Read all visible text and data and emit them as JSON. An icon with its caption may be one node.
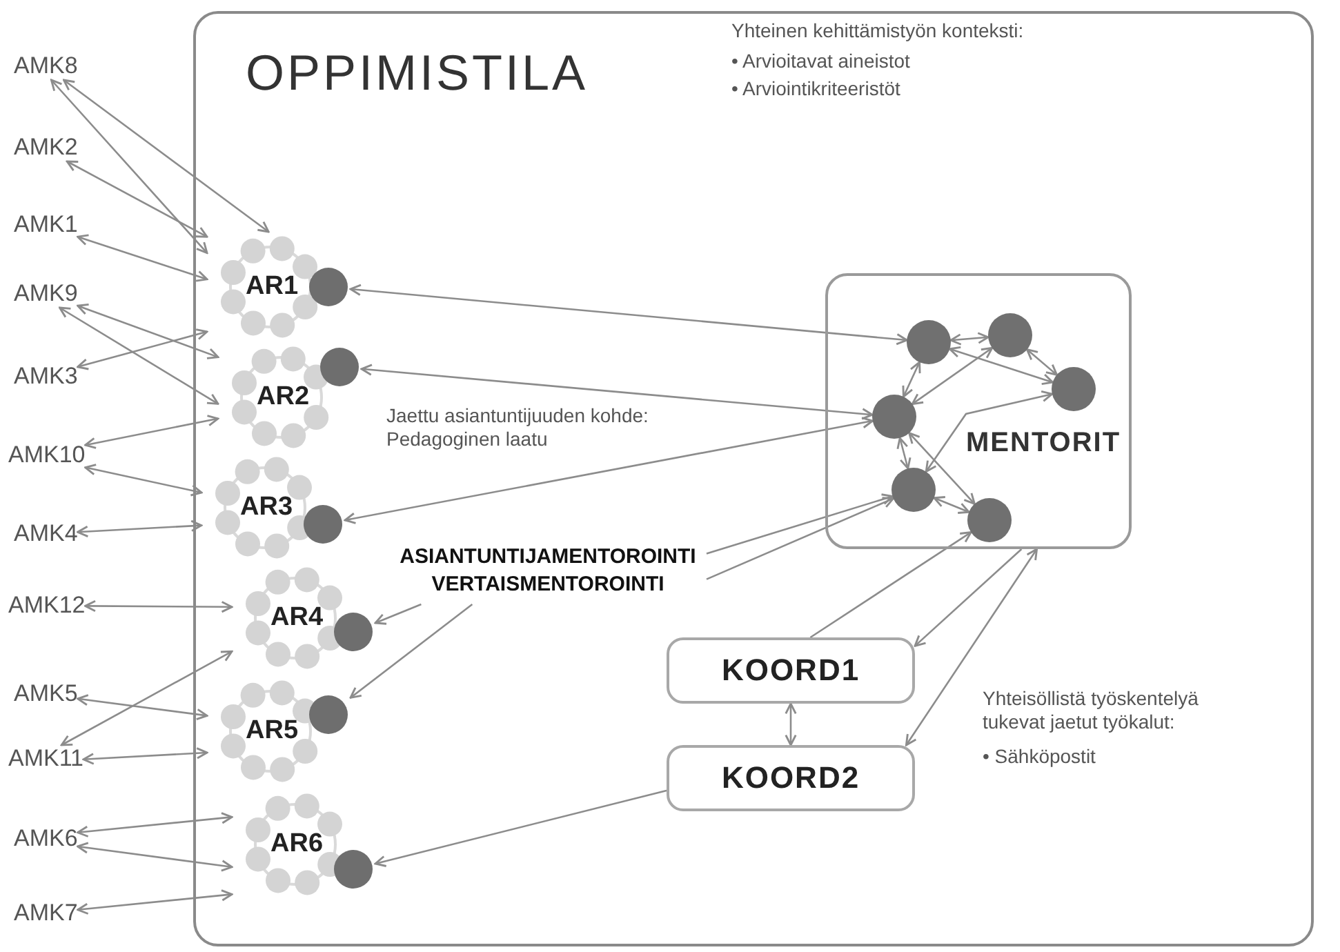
{
  "diagram": {
    "nodes": [
      {
        "text": [
          "AMK8"
        ]
      },
      {
        "text": [
          "AMK2"
        ]
      },
      {
        "text": [
          "AMK1"
        ]
      },
      {
        "text": [
          "AMK9"
        ]
      },
      {
        "text": [
          "AMK3"
        ]
      },
      {
        "text": [
          "AMK10"
        ]
      },
      {
        "text": [
          "AMK4"
        ]
      },
      {
        "text": [
          "AMK12"
        ]
      },
      {
        "text": [
          "AMK5"
        ]
      },
      {
        "text": [
          "AMK11"
        ]
      },
      {
        "text": [
          "AMK6"
        ]
      },
      {
        "text": [
          "AMK7"
        ]
      },
      {
        "text": [
          "OPPIMISTILA"
        ]
      },
      {
        "text": [
          "AR1"
        ],
        "in": 12
      },
      {
        "text": [
          "AR2"
        ],
        "in": 12
      },
      {
        "text": [
          "AR3"
        ],
        "in": 12
      },
      {
        "text": [
          "AR4"
        ],
        "in": 12
      },
      {
        "text": [
          "AR5"
        ],
        "in": 12
      },
      {
        "text": [
          "AR6"
        ],
        "in": 12
      },
      {
        "text": [
          "MENTORIT"
        ],
        "in": 12
      },
      {
        "text": [],
        "shape": "circle",
        "in": 19
      },
      {
        "text": [],
        "shape": "circle",
        "in": 19
      },
      {
        "text": [],
        "shape": "circle",
        "in": 19
      },
      {
        "text": [],
        "shape": "circle",
        "in": 19
      },
      {
        "text": [],
        "shape": "circle",
        "in": 19
      },
      {
        "text": [],
        "shape": "circle",
        "in": 19
      },
      {
        "text": [
          "ASIANTUNTIJAMENTOROINTI",
          "VERTAISMENTOROINTI"
        ],
        "in": 12
      },
      {
        "text": [
          "KOORD1"
        ],
        "in": 12
      },
      {
        "text": [
          "KOORD2"
        ],
        "in": 12
      }
    ],
    "edges": [
      {
        "from": 0,
        "to": 13,
        "arrow": "both"
      },
      {
        "from": 0,
        "to": 13,
        "arrow": "both"
      },
      {
        "from": 1,
        "to": 13,
        "arrow": "both"
      },
      {
        "from": 2,
        "to": 13,
        "arrow": "both"
      },
      {
        "from": 3,
        "to": 14,
        "arrow": "both"
      },
      {
        "from": 3,
        "to": 14,
        "arrow": "both"
      },
      {
        "from": 4,
        "to": 13,
        "arrow": "both"
      },
      {
        "from": 5,
        "to": 14,
        "arrow": "both"
      },
      {
        "from": 5,
        "to": 15,
        "arrow": "both"
      },
      {
        "from": 6,
        "to": 15,
        "arrow": "both"
      },
      {
        "from": 7,
        "to": 16,
        "arrow": "both"
      },
      {
        "from": 8,
        "to": 17,
        "arrow": "both"
      },
      {
        "from": 9,
        "to": 16,
        "arrow": "both"
      },
      {
        "from": 9,
        "to": 17,
        "arrow": "both"
      },
      {
        "from": 10,
        "to": 18,
        "arrow": "both"
      },
      {
        "from": 10,
        "to": 18,
        "arrow": "both"
      },
      {
        "from": 11,
        "to": 18,
        "arrow": "both"
      },
      {
        "from": 13,
        "to": 20,
        "arrow": "both"
      },
      {
        "from": 14,
        "to": 23,
        "arrow": "both"
      },
      {
        "from": 15,
        "to": 23,
        "arrow": "both"
      },
      {
        "from": 20,
        "to": 21,
        "arrow": "both"
      },
      {
        "from": 21,
        "to": 22,
        "arrow": "both"
      },
      {
        "from": 20,
        "to": 22,
        "arrow": "both"
      },
      {
        "from": 21,
        "to": 23,
        "arrow": "both"
      },
      {
        "from": 20,
        "to": 23,
        "arrow": "both"
      },
      {
        "from": 23,
        "to": 24,
        "arrow": "both"
      },
      {
        "from": 23,
        "to": 25,
        "arrow": "both"
      },
      {
        "from": 24,
        "to": 25,
        "arrow": "both"
      },
      {
        "from": 22,
        "to": 24,
        "arrow": "both"
      },
      {
        "from": 26,
        "to": 24,
        "arrow": "to"
      },
      {
        "from": 26,
        "to": 24,
        "arrow": "to"
      },
      {
        "from": 26,
        "to": 16,
        "arrow": "to"
      },
      {
        "from": 26,
        "to": 17,
        "arrow": "to"
      },
      {
        "from": 27,
        "to": 25,
        "arrow": "to"
      },
      {
        "from": 19,
        "to": 27,
        "arrow": "to"
      },
      {
        "from": 28,
        "to": 19,
        "arrow": "both"
      },
      {
        "from": 27,
        "to": 28,
        "arrow": "both"
      },
      {
        "from": 28,
        "to": 18,
        "arrow": "to"
      }
    ],
    "labels": [
      "Yhteinen kehittämistyön konteksti:",
      "• Arvioitavat aineistot",
      "• Arviointikriteeristöt",
      "Jaettu asiantuntijuuden kohde: Pedagoginen laatu",
      "Yhteisöllistä työskentelyä tukevat jaetut työkalut:",
      "• Sähköpostit"
    ]
  }
}
